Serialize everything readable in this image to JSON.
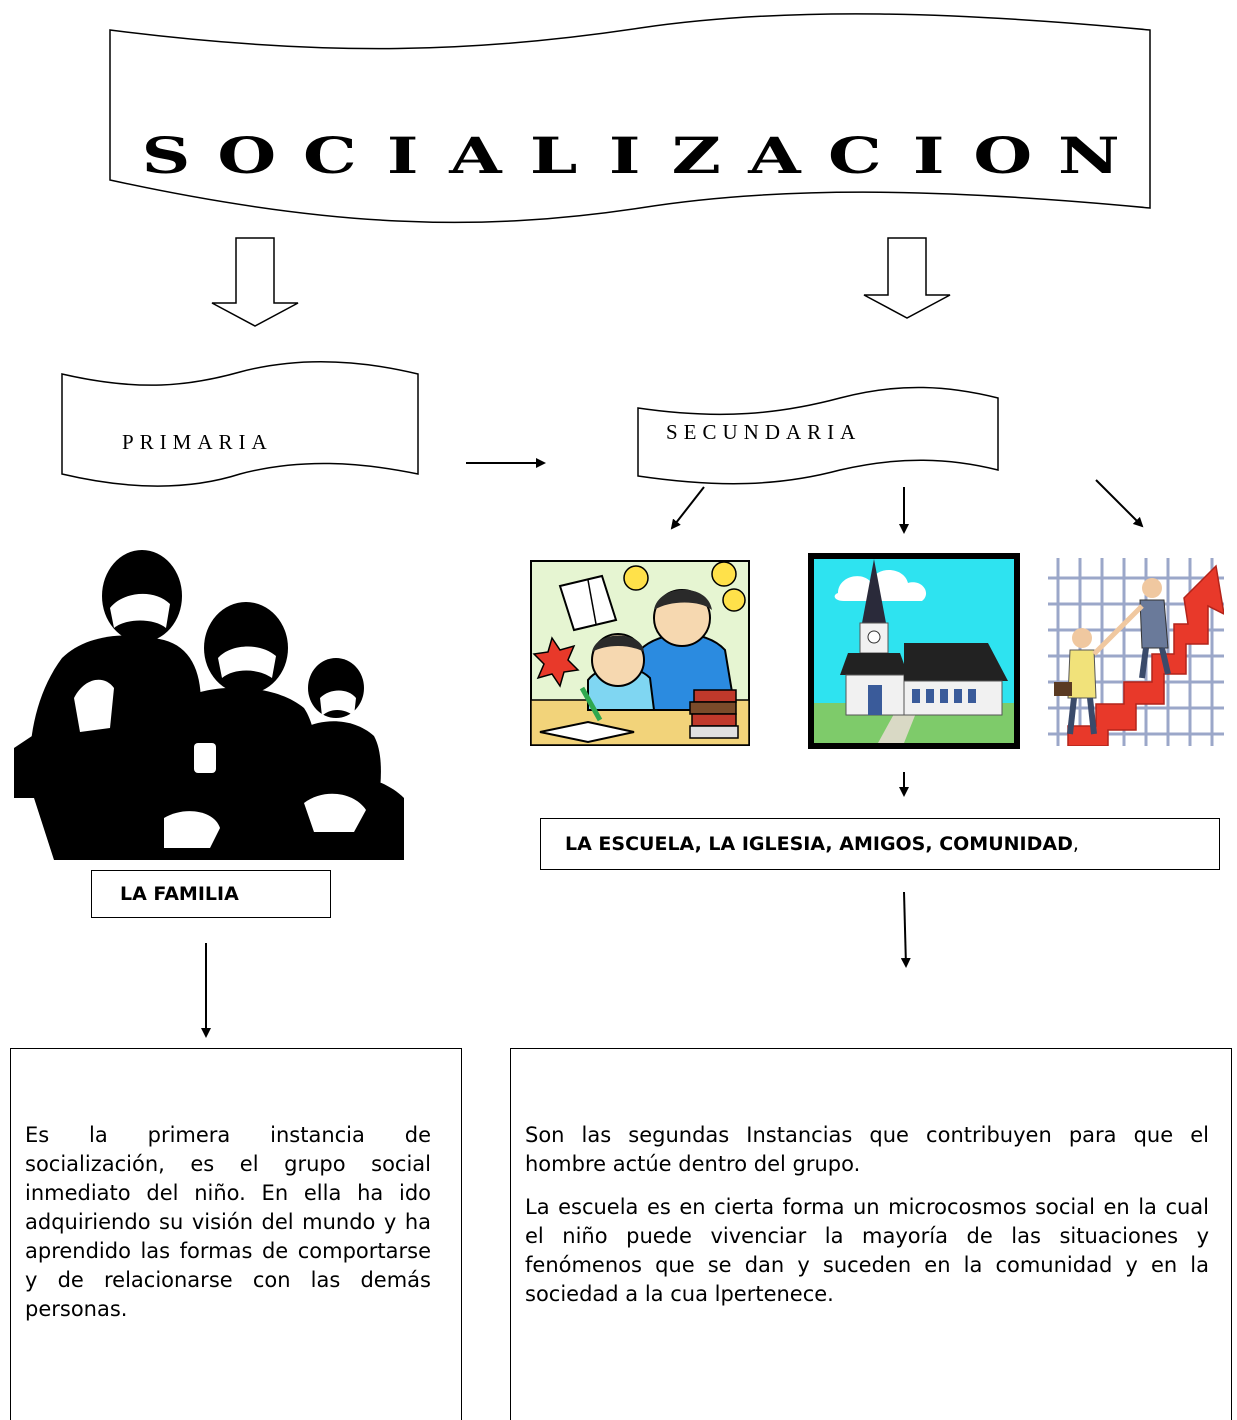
{
  "title": "SOCIALIZACION",
  "primaria": {
    "label": "PRIMARIA",
    "agent_label": "LA FAMILIA",
    "description": "Es la primera instancia de socialización, es el grupo social inmediato del niño. En ella ha ido adquiriendo su visión del mundo y ha aprendido las formas de comportarse y de relacionarse con las demás personas."
  },
  "secundaria": {
    "label": "SECUNDARIA",
    "agents_label": "LA ESCUELA,  LA IGLESIA,   AMIGOS,  COMUNIDAD",
    "agents_suffix": ",",
    "description_1": "Son las  segundas Instancias que contribuyen para que el hombre actúe dentro del grupo.",
    "description_2": "La escuela es en cierta forma un microcosmos social en la cual el niño puede vivenciar la mayoría de las situaciones y fenómenos que se dan y suceden en la comunidad y en la sociedad a la cua lpertenece."
  },
  "illustrations": [
    "family-silhouette",
    "school-study-clipart",
    "church-clipart",
    "success-stairs-clipart"
  ],
  "colors": {
    "stroke": "#000000",
    "sky": "#2ee3f0",
    "grass": "#7ecb6a",
    "blue_shirt": "#2b8be0",
    "stairs_red": "#e8392a",
    "desk_tan": "#f2d37a"
  }
}
